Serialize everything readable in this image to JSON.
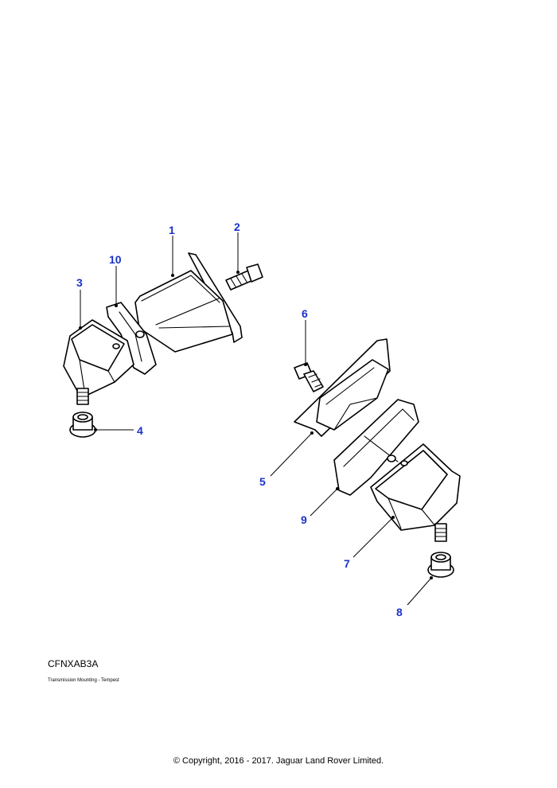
{
  "diagram": {
    "code": "CFNXAB3A",
    "caption": "Transmission Mounting - Tempest",
    "callout_color": "#1a32c8",
    "callouts": [
      "1",
      "2",
      "3",
      "4",
      "5",
      "6",
      "7",
      "8",
      "9",
      "10"
    ]
  },
  "footer": {
    "copyright": "© Copyright, 2016 - 2017. Jaguar Land Rover Limited."
  }
}
